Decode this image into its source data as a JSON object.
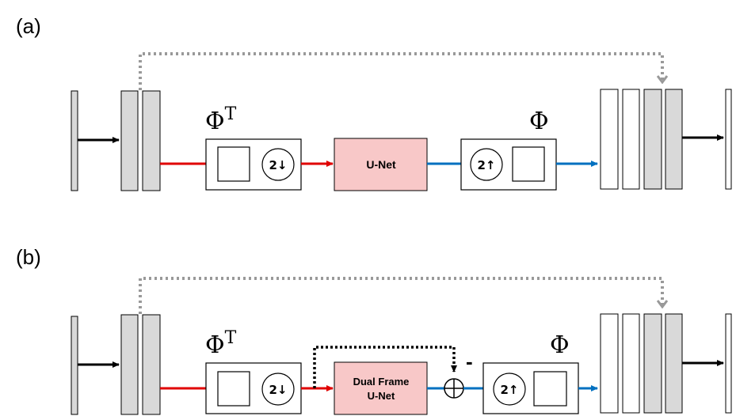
{
  "panels": [
    {
      "label": "(a)",
      "phi_transpose": "Φ",
      "phi_transpose_sup": "T",
      "phi": "Φ",
      "down_op": "2↓",
      "up_op": "2↑",
      "network_lines": [
        "U-Net"
      ],
      "minus_sign": ""
    },
    {
      "label": "(b)",
      "phi_transpose": "Φ",
      "phi_transpose_sup": "T",
      "phi": "Φ",
      "down_op": "2↓",
      "up_op": "2↑",
      "network_lines": [
        "Dual Frame",
        "U-Net"
      ],
      "minus_sign": "-"
    }
  ],
  "colors": {
    "gray_fill": "#d9d9d9",
    "net_fill": "#f8c8c8",
    "red_arrow": "#e00000",
    "blue_arrow": "#0070c0",
    "skip_gray": "#999999"
  }
}
